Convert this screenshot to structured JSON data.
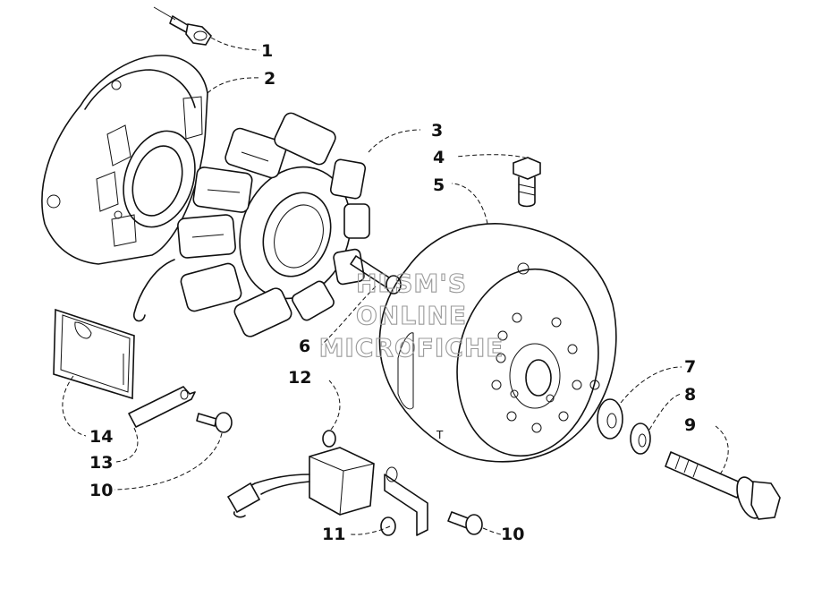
{
  "callouts": {
    "c1": "1",
    "c2": "2",
    "c3": "3",
    "c4": "4",
    "c5": "5",
    "c6": "6",
    "c7": "7",
    "c8": "8",
    "c9": "9",
    "c10a": "10",
    "c10b": "10",
    "c11": "11",
    "c12": "12",
    "c13": "13",
    "c14": "14"
  },
  "watermark": {
    "line1": "HLSM'S",
    "line2": "ONLINE",
    "line3": "MICROFICHE"
  }
}
